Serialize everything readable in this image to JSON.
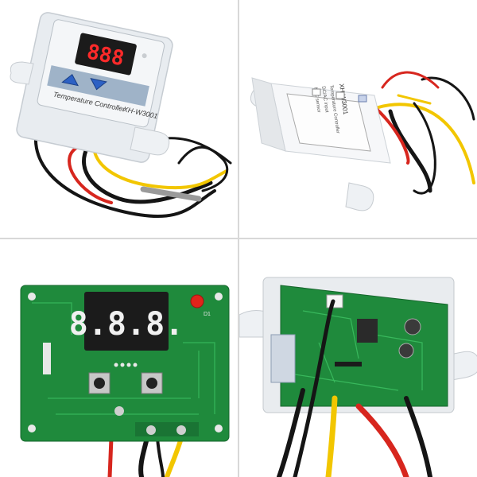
{
  "panels": {
    "front": {
      "display_text": "888",
      "panel_label_left": "Temperature Controller",
      "panel_label_right": "XH-W3001",
      "indicator": "on"
    },
    "back": {
      "model_text": "XH-W3001",
      "label_lines": [
        "Temperature Controller",
        "DC/AC input",
        "NTC sensor"
      ]
    },
    "pcb_front": {
      "display_text": "8.8.8.",
      "led_color": "#e0241b",
      "led_label": "D1"
    },
    "pcb_back": {}
  },
  "colors": {
    "housing": "#eef1f4",
    "pcb": "#1f8a3c",
    "display_bg": "#1b1b1b",
    "display_red": "#ff2a2a",
    "wire_red": "#d7261e",
    "wire_yellow": "#f2c600",
    "wire_black": "#151515",
    "button_blue": "#2d61c4"
  }
}
